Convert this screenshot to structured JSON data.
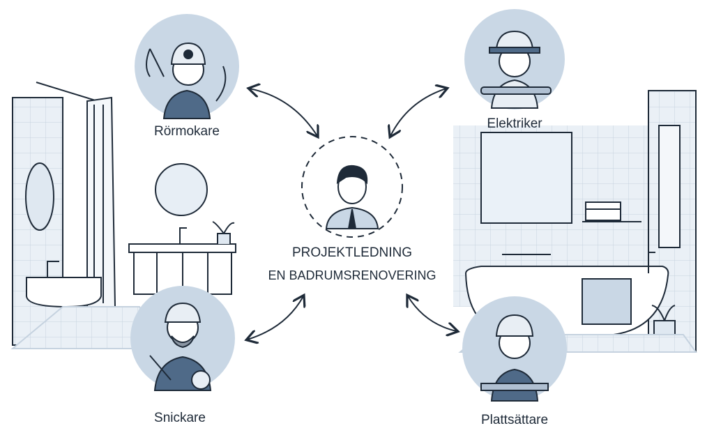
{
  "center": {
    "title": "PROJEKTLEDNING",
    "subtitle": "EN BADRUMSRENOVERING"
  },
  "roles": [
    {
      "label": "Rörmokare"
    },
    {
      "label": "Elektriker"
    },
    {
      "label": "Snickare"
    },
    {
      "label": "Plattsättare"
    }
  ],
  "colors": {
    "circle_fill": "#c9d7e5",
    "line": "#1e2a38",
    "tile": "#e6edf4"
  }
}
